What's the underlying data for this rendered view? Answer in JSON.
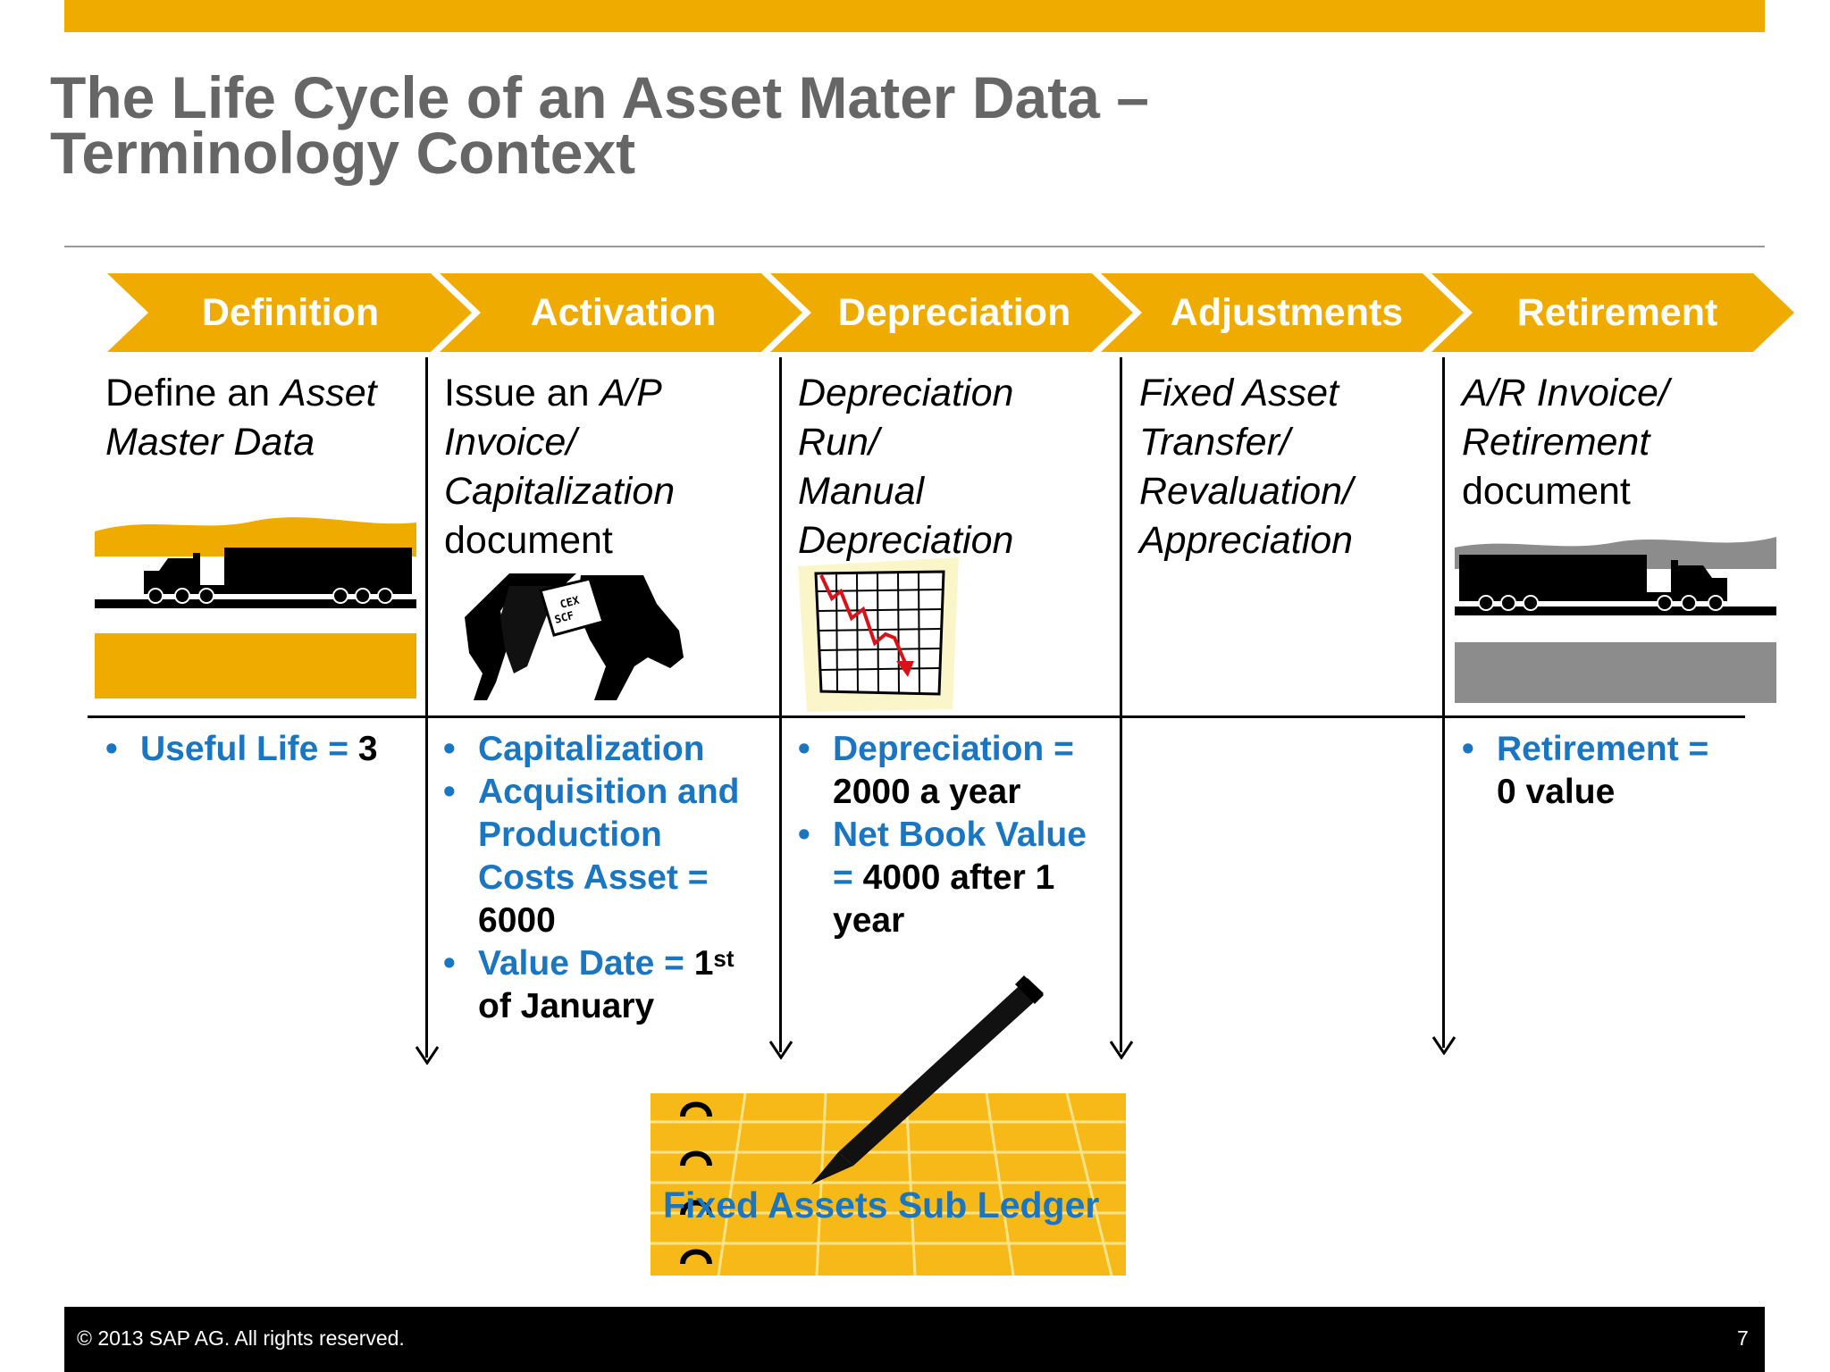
{
  "slide": {
    "title_line1": "The Life Cycle of an Asset Mater Data –",
    "title_line2": "Terminology Context",
    "accent_color": "#f0ab00",
    "link_color": "#1a76c1"
  },
  "phases": [
    {
      "label": "Definition"
    },
    {
      "label": "Activation"
    },
    {
      "label": "Depreciation"
    },
    {
      "label": "Adjustments"
    },
    {
      "label": "Retirement"
    }
  ],
  "descriptions": {
    "definition": {
      "plain": "Define an ",
      "italic1": "Asset",
      "italic2": "Master Data"
    },
    "activation": {
      "plain": "Issue an ",
      "italic1": "A/P",
      "italic2": "Invoice/",
      "italic3": "Capitalization",
      "plain2": "document"
    },
    "depreciation": {
      "line1": "Depreciation",
      "line2": "Run/",
      "line3": "Manual",
      "line4": "Depreciation"
    },
    "adjustments": {
      "line1": "Fixed Asset",
      "line2": "Transfer/",
      "line3": "Revaluation/",
      "line4": "Appreciation"
    },
    "retirement": {
      "line1": "A/R Invoice/",
      "line2": "Retirement",
      "line3": "document"
    }
  },
  "bullets": {
    "definition": {
      "label": "Useful Life = ",
      "value": "3"
    },
    "activation": {
      "item1": "Capitalization",
      "item2_l1": "Acquisition and",
      "item2_l2": "Production",
      "item2_l3": "Costs Asset =",
      "item2_value": "6000",
      "item3_label": "Value Date = ",
      "item3_value": "1",
      "item3_sup": "st",
      "item3_l2": "of January"
    },
    "depreciation": {
      "item1_label": "Depreciation =",
      "item1_value": "2000 a year",
      "item2_l1": "Net Book Value",
      "item2_l2_label": "= ",
      "item2_l2_value": "4000 after 1",
      "item2_l3": "year"
    },
    "retirement": {
      "label": "Retirement =",
      "value": "0 value"
    },
    "bullet_char": "•"
  },
  "ledger": {
    "label": "Fixed Assets Sub Ledger"
  },
  "footer": {
    "copyright": "©  2013 SAP AG. All rights reserved.",
    "page": "7"
  },
  "icons": [
    "truck-icon",
    "handshake-icon",
    "declining-chart-icon",
    "truck-reverse-icon",
    "ledger-book-icon",
    "pen-icon"
  ]
}
